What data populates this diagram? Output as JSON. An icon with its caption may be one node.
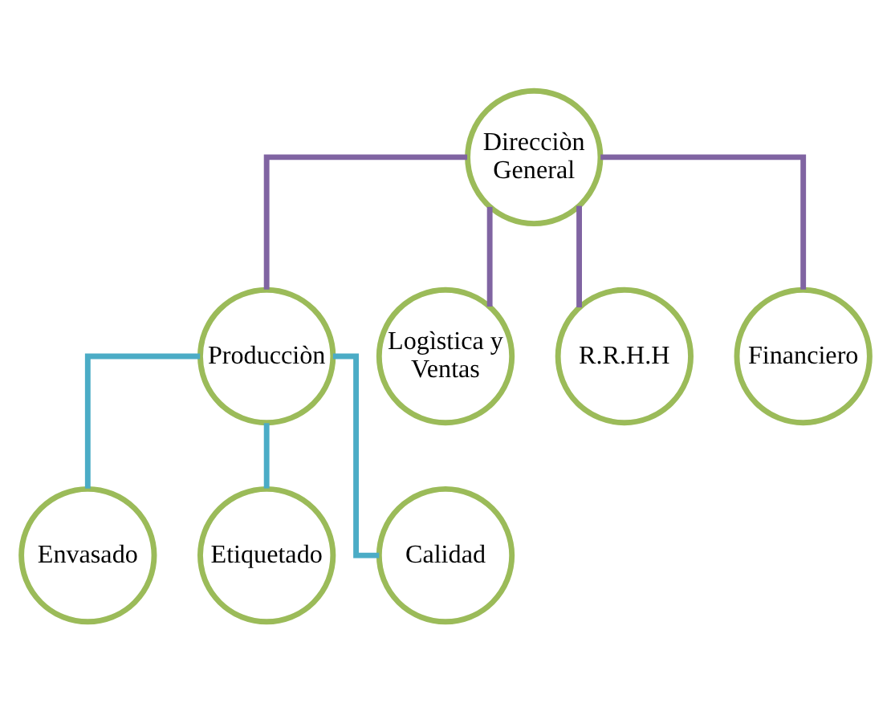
{
  "diagram": {
    "nodes": [
      {
        "text": [
          "Direcciòn General"
        ]
      },
      {
        "text": [
          "Producciòn"
        ]
      },
      {
        "text": [
          "Logìstica y Ventas"
        ]
      },
      {
        "text": [
          "R.R.H.H"
        ]
      },
      {
        "text": [
          "Financiero"
        ]
      },
      {
        "text": [
          "Envasado"
        ]
      },
      {
        "text": [
          "Etiquetado"
        ]
      },
      {
        "text": [
          "Calidad"
        ]
      }
    ],
    "edges": [
      {
        "from": 0,
        "to": 1,
        "arrow": "none"
      },
      {
        "from": 0,
        "to": 2,
        "arrow": "none"
      },
      {
        "from": 0,
        "to": 3,
        "arrow": "none"
      },
      {
        "from": 0,
        "to": 4,
        "arrow": "none"
      },
      {
        "from": 1,
        "to": 5,
        "arrow": "none",
        "color": "#4bacc6"
      },
      {
        "from": 1,
        "to": 6,
        "arrow": "none",
        "color": "#4bacc6"
      },
      {
        "from": 1,
        "to": 7,
        "arrow": "none",
        "color": "#4bacc6"
      }
    ]
  }
}
